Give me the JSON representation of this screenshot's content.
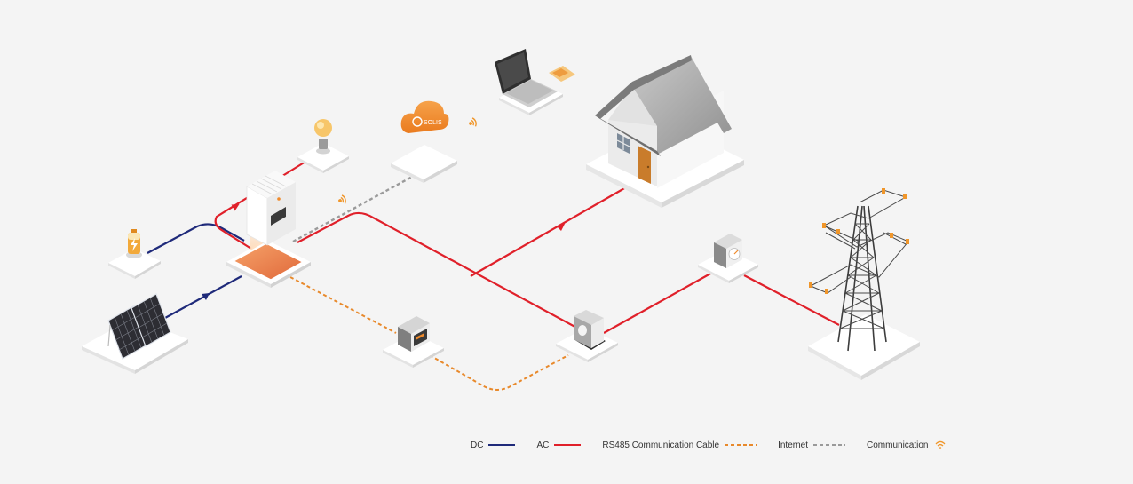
{
  "cloud": {
    "brand": "SOLIS"
  },
  "colors": {
    "dc": "#1f2a7a",
    "ac": "#e0202a",
    "rs485": "#e8892b",
    "internet": "#9a9a9a",
    "communication": "#f0962a",
    "background": "#f4f4f4"
  },
  "nodes": [
    {
      "id": "solar-panel",
      "icon": "solar-panel-icon"
    },
    {
      "id": "battery",
      "icon": "battery-icon"
    },
    {
      "id": "inverter",
      "icon": "inverter-icon"
    },
    {
      "id": "light-bulb",
      "icon": "light-bulb-icon"
    },
    {
      "id": "cloud",
      "icon": "cloud-icon"
    },
    {
      "id": "laptop",
      "icon": "laptop-icon"
    },
    {
      "id": "house",
      "icon": "house-icon"
    },
    {
      "id": "smart-meter",
      "icon": "smart-meter-icon"
    },
    {
      "id": "current-transformer",
      "icon": "current-transformer-icon"
    },
    {
      "id": "grid-meter",
      "icon": "grid-meter-icon"
    },
    {
      "id": "transmission-tower",
      "icon": "transmission-tower-icon"
    }
  ],
  "legend": {
    "dc": "DC",
    "ac": "AC",
    "rs485": "RS485 Communication Cable",
    "internet": "Internet",
    "communication": "Communication"
  }
}
